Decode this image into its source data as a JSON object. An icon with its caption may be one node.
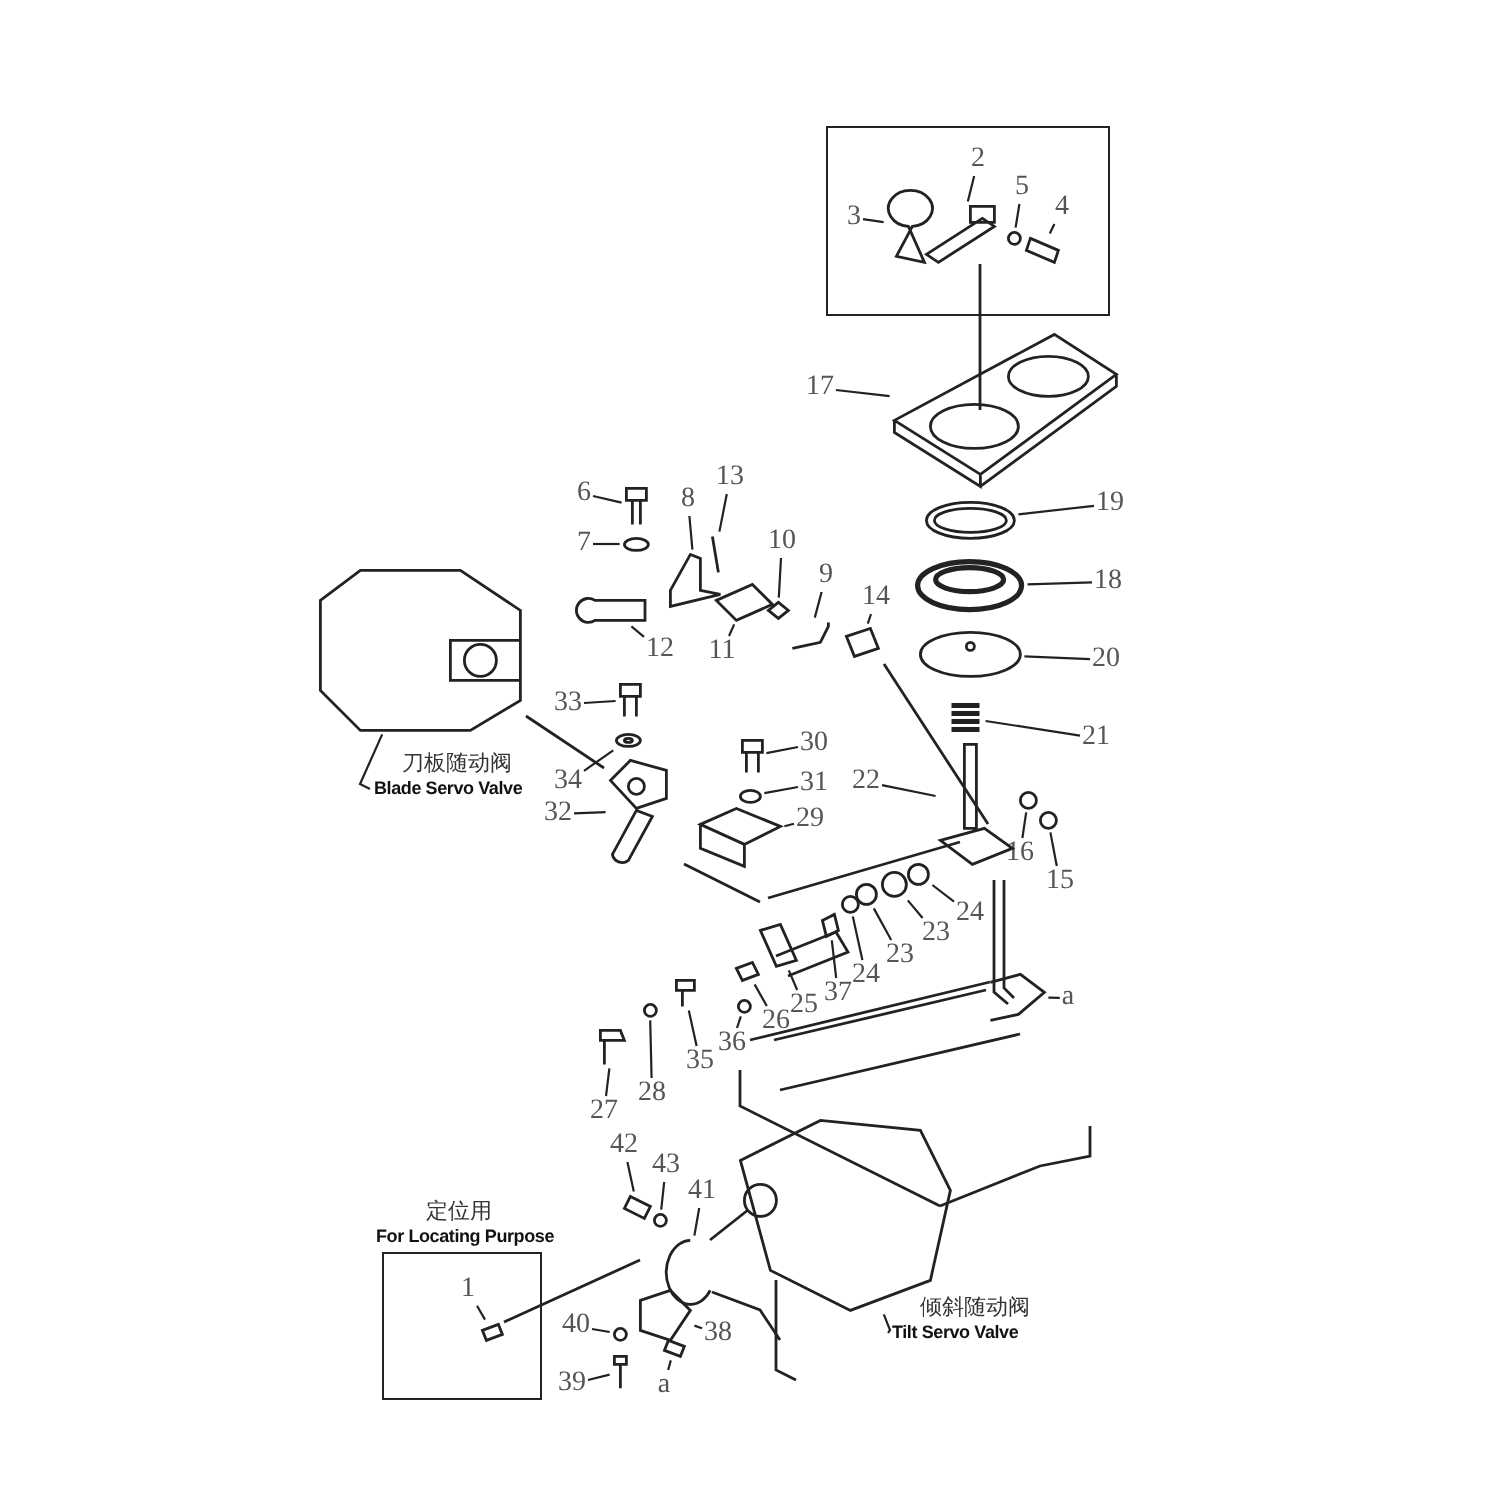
{
  "diagram": {
    "nodes": [
      {
        "text": [],
        "shape": "box"
      },
      {
        "text": [
          "3"
        ],
        "in": 0
      },
      {
        "text": [
          "2"
        ],
        "in": 0
      },
      {
        "text": [
          "5"
        ],
        "in": 0
      },
      {
        "text": [
          "4"
        ],
        "in": 0
      },
      {
        "text": [
          "17"
        ]
      },
      {
        "text": [
          "19"
        ]
      },
      {
        "text": [
          "18"
        ]
      },
      {
        "text": [
          "20"
        ]
      },
      {
        "text": [
          "21"
        ]
      },
      {
        "text": [
          "6"
        ]
      },
      {
        "text": [
          "7"
        ]
      },
      {
        "text": [
          "8"
        ]
      },
      {
        "text": [
          "13"
        ]
      },
      {
        "text": [
          "10"
        ]
      },
      {
        "text": [
          "9"
        ]
      },
      {
        "text": [
          "12"
        ]
      },
      {
        "text": [
          "11"
        ]
      },
      {
        "text": [
          "14"
        ]
      },
      {
        "text": [
          "33"
        ]
      },
      {
        "text": [
          "34"
        ]
      },
      {
        "text": [
          "32"
        ]
      },
      {
        "text": [
          "30"
        ]
      },
      {
        "text": [
          "31"
        ]
      },
      {
        "text": [
          "29"
        ]
      },
      {
        "text": [
          "22"
        ]
      },
      {
        "text": [
          "16"
        ]
      },
      {
        "text": [
          "15"
        ]
      },
      {
        "text": [
          "24"
        ]
      },
      {
        "text": [
          "23"
        ]
      },
      {
        "text": [
          "23"
        ]
      },
      {
        "text": [
          "24"
        ]
      },
      {
        "text": [
          "37"
        ]
      },
      {
        "text": [
          "25"
        ]
      },
      {
        "text": [
          "26"
        ]
      },
      {
        "text": [
          "36"
        ]
      },
      {
        "text": [
          "35"
        ]
      },
      {
        "text": [
          "28"
        ]
      },
      {
        "text": [
          "27"
        ]
      },
      {
        "text": [
          "a"
        ]
      },
      {
        "text": [
          "刀板随动阀",
          "Blade Servo Valve"
        ]
      },
      {
        "text": [
          "42"
        ]
      },
      {
        "text": [
          "43"
        ]
      },
      {
        "text": [
          "41"
        ]
      },
      {
        "text": [
          "定位用",
          "For Locating Purpose"
        ]
      },
      {
        "text": [
          "1"
        ],
        "in": 44
      },
      {
        "text": [
          "40"
        ]
      },
      {
        "text": [
          "38"
        ]
      },
      {
        "text": [
          "39"
        ]
      },
      {
        "text": [
          "a"
        ]
      },
      {
        "text": [
          "倾斜随动阀",
          "Tilt Servo Valve"
        ]
      },
      {
        "text": [],
        "shape": "picture",
        "in": 0
      },
      {
        "text": [],
        "shape": "picture",
        "in": 0
      },
      {
        "text": [],
        "shape": "picture",
        "in": 0
      },
      {
        "text": [],
        "shape": "picture",
        "in": 0
      },
      {
        "text": [],
        "shape": "picture"
      },
      {
        "text": [],
        "shape": "picture"
      },
      {
        "text": [],
        "shape": "picture"
      },
      {
        "text": [],
        "shape": "picture"
      },
      {
        "text": [],
        "shape": "picture"
      },
      {
        "text": [],
        "shape": "picture"
      },
      {
        "text": [],
        "shape": "picture"
      },
      {
        "text": [],
        "shape": "picture"
      },
      {
        "text": [],
        "shape": "picture"
      },
      {
        "text": [],
        "shape": "picture"
      },
      {
        "text": [],
        "shape": "picture"
      },
      {
        "text": [],
        "shape": "picture"
      },
      {
        "text": [],
        "shape": "picture"
      },
      {
        "text": [],
        "shape": "picture"
      },
      {
        "text": [],
        "shape": "picture"
      },
      {
        "text": [],
        "shape": "picture"
      },
      {
        "text": [],
        "shape": "picture"
      },
      {
        "text": [],
        "shape": "picture"
      },
      {
        "text": [],
        "shape": "picture"
      },
      {
        "text": [],
        "shape": "picture"
      },
      {
        "text": [],
        "shape": "picture"
      },
      {
        "text": [],
        "shape": "picture"
      },
      {
        "text": [],
        "shape": "picture"
      },
      {
        "text": [],
        "shape": "picture"
      },
      {
        "text": [],
        "shape": "picture"
      },
      {
        "text": [],
        "shape": "picture"
      },
      {
        "text": [],
        "shape": "picture"
      },
      {
        "text": [],
        "shape": "picture"
      },
      {
        "text": [],
        "shape": "picture"
      },
      {
        "text": [],
        "shape": "picture"
      },
      {
        "text": [],
        "shape": "picture"
      },
      {
        "text": [],
        "shape": "picture"
      },
      {
        "text": [],
        "shape": "picture"
      },
      {
        "text": [],
        "shape": "picture"
      },
      {
        "text": [],
        "shape": "picture"
      },
      {
        "text": [],
        "shape": "picture"
      },
      {
        "text": [],
        "shape": "picture"
      },
      {
        "text": [],
        "shape": "picture"
      },
      {
        "text": [],
        "shape": "picture"
      },
      {
        "text": [],
        "shape": "picture",
        "in": 44
      },
      {
        "text": [],
        "shape": "picture"
      },
      {
        "text": [],
        "shape": "picture"
      },
      {
        "text": [],
        "shape": "picture"
      },
      {
        "text": [],
        "shape": "picture"
      },
      {
        "text": [],
        "shape": "picture"
      }
    ],
    "edges": [
      {
        "from": 1,
        "to": 51,
        "arrow": "none"
      },
      {
        "from": 2,
        "to": 52,
        "arrow": "none"
      },
      {
        "from": 3,
        "to": 53,
        "arrow": "none"
      },
      {
        "from": 4,
        "to": 54,
        "arrow": "none"
      },
      {
        "from": 5,
        "to": 55,
        "arrow": "none"
      },
      {
        "from": 6,
        "to": 56,
        "arrow": "none"
      },
      {
        "from": 7,
        "to": 57,
        "arrow": "none"
      },
      {
        "from": 8,
        "to": 58,
        "arrow": "none"
      },
      {
        "from": 9,
        "to": 59,
        "arrow": "none"
      },
      {
        "from": 10,
        "to": 60,
        "arrow": "none"
      },
      {
        "from": 11,
        "to": 61,
        "arrow": "none"
      },
      {
        "from": 12,
        "to": 62,
        "arrow": "none"
      },
      {
        "from": 13,
        "to": 63,
        "arrow": "none"
      },
      {
        "from": 14,
        "to": 64,
        "arrow": "none"
      },
      {
        "from": 15,
        "to": 65,
        "arrow": "none"
      },
      {
        "from": 16,
        "to": 66,
        "arrow": "none"
      },
      {
        "from": 17,
        "to": 67,
        "arrow": "none"
      },
      {
        "from": 18,
        "to": 68,
        "arrow": "none"
      },
      {
        "from": 19,
        "to": 69,
        "arrow": "none"
      },
      {
        "from": 20,
        "to": 70,
        "arrow": "none"
      },
      {
        "from": 21,
        "to": 71,
        "arrow": "none"
      },
      {
        "from": 22,
        "to": 72,
        "arrow": "none"
      },
      {
        "from": 23,
        "to": 73,
        "arrow": "none"
      },
      {
        "from": 24,
        "to": 74,
        "arrow": "none"
      },
      {
        "from": 25,
        "to": 75,
        "arrow": "none"
      },
      {
        "from": 26,
        "to": 76,
        "arrow": "none"
      },
      {
        "from": 27,
        "to": 77,
        "arrow": "none"
      },
      {
        "from": 28,
        "to": 78,
        "arrow": "none"
      },
      {
        "from": 29,
        "to": 79,
        "arrow": "none"
      },
      {
        "from": 30,
        "to": 80,
        "arrow": "none"
      },
      {
        "from": 31,
        "to": 81,
        "arrow": "none"
      },
      {
        "from": 32,
        "to": 82,
        "arrow": "none"
      },
      {
        "from": 33,
        "to": 83,
        "arrow": "none"
      },
      {
        "from": 34,
        "to": 84,
        "arrow": "none"
      },
      {
        "from": 35,
        "to": 85,
        "arrow": "none"
      },
      {
        "from": 36,
        "to": 86,
        "arrow": "none"
      },
      {
        "from": 37,
        "to": 87,
        "arrow": "none"
      },
      {
        "from": 38,
        "to": 88,
        "arrow": "none"
      },
      {
        "from": 39,
        "to": 89,
        "arrow": "none"
      },
      {
        "from": 40,
        "to": 90,
        "arrow": "none"
      },
      {
        "from": 41,
        "to": 91,
        "arrow": "none"
      },
      {
        "from": 42,
        "to": 92,
        "arrow": "none"
      },
      {
        "from": 43,
        "to": 93,
        "arrow": "none"
      },
      {
        "from": 45,
        "to": 94,
        "arrow": "none"
      },
      {
        "from": 46,
        "to": 95,
        "arrow": "none"
      },
      {
        "from": 47,
        "to": 96,
        "arrow": "none"
      },
      {
        "from": 48,
        "to": 97,
        "arrow": "none"
      },
      {
        "from": 49,
        "to": 98,
        "arrow": "none"
      },
      {
        "from": 50,
        "to": 99,
        "arrow": "none"
      }
    ]
  }
}
